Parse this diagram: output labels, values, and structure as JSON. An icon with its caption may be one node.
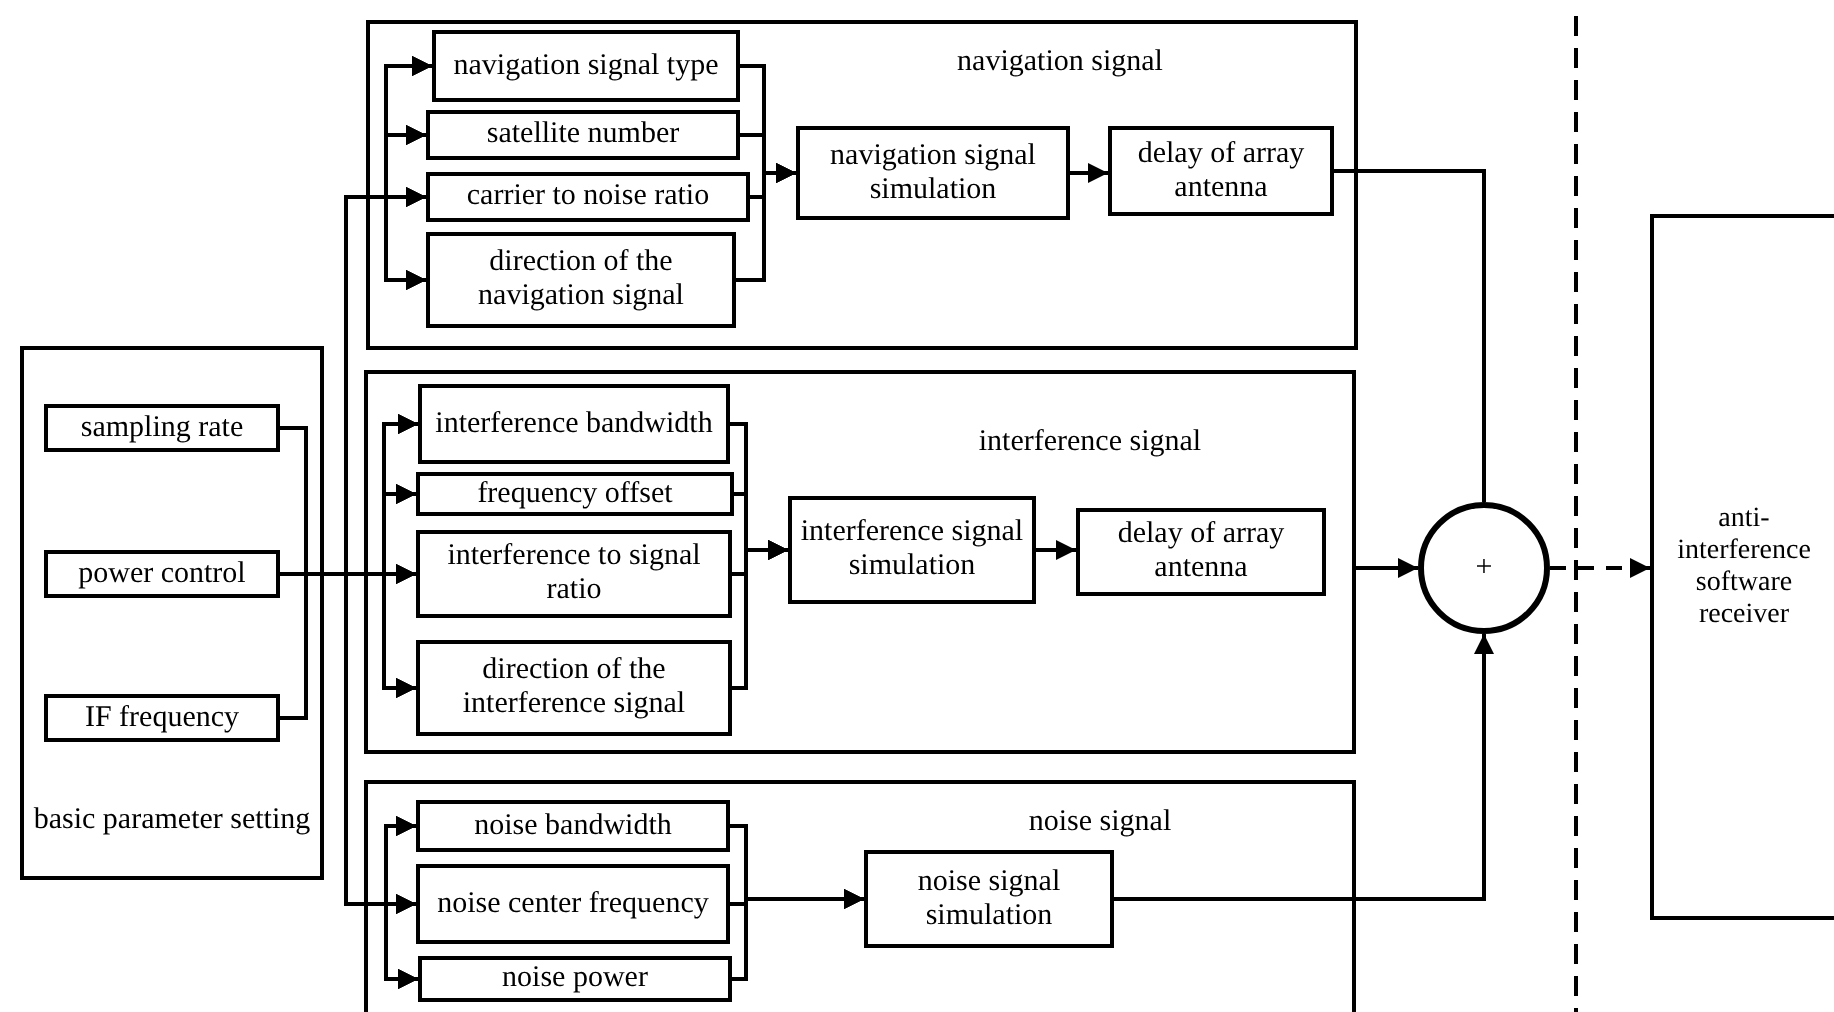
{
  "diagram": {
    "nodes": [
      {
        "text": [
          "basic parameter setting"
        ]
      },
      {
        "text": [
          "sampling rate"
        ],
        "in": 0
      },
      {
        "text": [
          "power control"
        ],
        "in": 0
      },
      {
        "text": [
          "IF frequency"
        ],
        "in": 0
      },
      {
        "text": [
          "navigation signal"
        ]
      },
      {
        "text": [
          "navigation signal type"
        ],
        "in": 4
      },
      {
        "text": [
          "satellite number"
        ],
        "in": 4
      },
      {
        "text": [
          "carrier to noise ratio"
        ],
        "in": 4
      },
      {
        "text": [
          "direction of the navigation signal"
        ],
        "in": 4
      },
      {
        "text": [
          "navigation signal simulation"
        ],
        "in": 4
      },
      {
        "text": [
          "delay of array antenna"
        ],
        "in": 4
      },
      {
        "text": [
          "interference signal"
        ]
      },
      {
        "text": [
          "interference bandwidth"
        ],
        "in": 11
      },
      {
        "text": [
          "frequency offset"
        ],
        "in": 11
      },
      {
        "text": [
          "interference to signal ratio"
        ],
        "in": 11
      },
      {
        "text": [
          "direction of the interference signal"
        ],
        "in": 11
      },
      {
        "text": [
          "interference signal simulation"
        ],
        "in": 11
      },
      {
        "text": [
          "delay of array antenna"
        ],
        "in": 11
      },
      {
        "text": [
          "noise signal"
        ]
      },
      {
        "text": [
          "noise bandwidth"
        ],
        "in": 18
      },
      {
        "text": [
          "noise center frequency"
        ],
        "in": 18
      },
      {
        "text": [
          "noise power"
        ],
        "in": 18
      },
      {
        "text": [
          "noise signal simulation"
        ],
        "in": 18
      },
      {
        "text": [
          "+"
        ]
      },
      {
        "text": [
          "anti-interference software receiver"
        ]
      }
    ],
    "edges": [
      {
        "from": 1,
        "to": 5,
        "arrow": "to"
      },
      {
        "from": 1,
        "to": 6,
        "arrow": "to"
      },
      {
        "from": 1,
        "to": 7,
        "arrow": "to"
      },
      {
        "from": 1,
        "to": 8,
        "arrow": "to"
      },
      {
        "from": 1,
        "to": 12,
        "arrow": "to"
      },
      {
        "from": 1,
        "to": 13,
        "arrow": "to"
      },
      {
        "from": 1,
        "to": 14,
        "arrow": "to"
      },
      {
        "from": 1,
        "to": 15,
        "arrow": "to"
      },
      {
        "from": 1,
        "to": 19,
        "arrow": "to"
      },
      {
        "from": 1,
        "to": 20,
        "arrow": "to"
      },
      {
        "from": 1,
        "to": 21,
        "arrow": "to"
      },
      {
        "from": 2,
        "to": 5,
        "arrow": "to"
      },
      {
        "from": 2,
        "to": 6,
        "arrow": "to"
      },
      {
        "from": 2,
        "to": 7,
        "arrow": "to"
      },
      {
        "from": 2,
        "to": 8,
        "arrow": "to"
      },
      {
        "from": 2,
        "to": 12,
        "arrow": "to"
      },
      {
        "from": 2,
        "to": 13,
        "arrow": "to"
      },
      {
        "from": 2,
        "to": 14,
        "arrow": "to"
      },
      {
        "from": 2,
        "to": 15,
        "arrow": "to"
      },
      {
        "from": 2,
        "to": 19,
        "arrow": "to"
      },
      {
        "from": 2,
        "to": 20,
        "arrow": "to"
      },
      {
        "from": 2,
        "to": 21,
        "arrow": "to"
      },
      {
        "from": 3,
        "to": 5,
        "arrow": "to"
      },
      {
        "from": 3,
        "to": 6,
        "arrow": "to"
      },
      {
        "from": 3,
        "to": 7,
        "arrow": "to"
      },
      {
        "from": 3,
        "to": 8,
        "arrow": "to"
      },
      {
        "from": 3,
        "to": 12,
        "arrow": "to"
      },
      {
        "from": 3,
        "to": 13,
        "arrow": "to"
      },
      {
        "from": 3,
        "to": 14,
        "arrow": "to"
      },
      {
        "from": 3,
        "to": 15,
        "arrow": "to"
      },
      {
        "from": 3,
        "to": 19,
        "arrow": "to"
      },
      {
        "from": 3,
        "to": 20,
        "arrow": "to"
      },
      {
        "from": 3,
        "to": 21,
        "arrow": "to"
      },
      {
        "from": 5,
        "to": 9,
        "arrow": "to"
      },
      {
        "from": 6,
        "to": 9,
        "arrow": "to"
      },
      {
        "from": 7,
        "to": 9,
        "arrow": "to"
      },
      {
        "from": 8,
        "to": 9,
        "arrow": "to"
      },
      {
        "from": 9,
        "to": 10,
        "arrow": "to"
      },
      {
        "from": 10,
        "to": 23,
        "arrow": "none"
      },
      {
        "from": 12,
        "to": 16,
        "arrow": "to"
      },
      {
        "from": 13,
        "to": 16,
        "arrow": "to"
      },
      {
        "from": 14,
        "to": 16,
        "arrow": "to"
      },
      {
        "from": 15,
        "to": 16,
        "arrow": "to"
      },
      {
        "from": 16,
        "to": 17,
        "arrow": "to"
      },
      {
        "from": 11,
        "to": 23,
        "arrow": "to"
      },
      {
        "from": 19,
        "to": 22,
        "arrow": "to"
      },
      {
        "from": 20,
        "to": 22,
        "arrow": "to"
      },
      {
        "from": 21,
        "to": 22,
        "arrow": "to"
      },
      {
        "from": 22,
        "to": 23,
        "arrow": "to"
      },
      {
        "from": 23,
        "to": 24,
        "arrow": "to",
        "style": "dashed"
      }
    ]
  }
}
